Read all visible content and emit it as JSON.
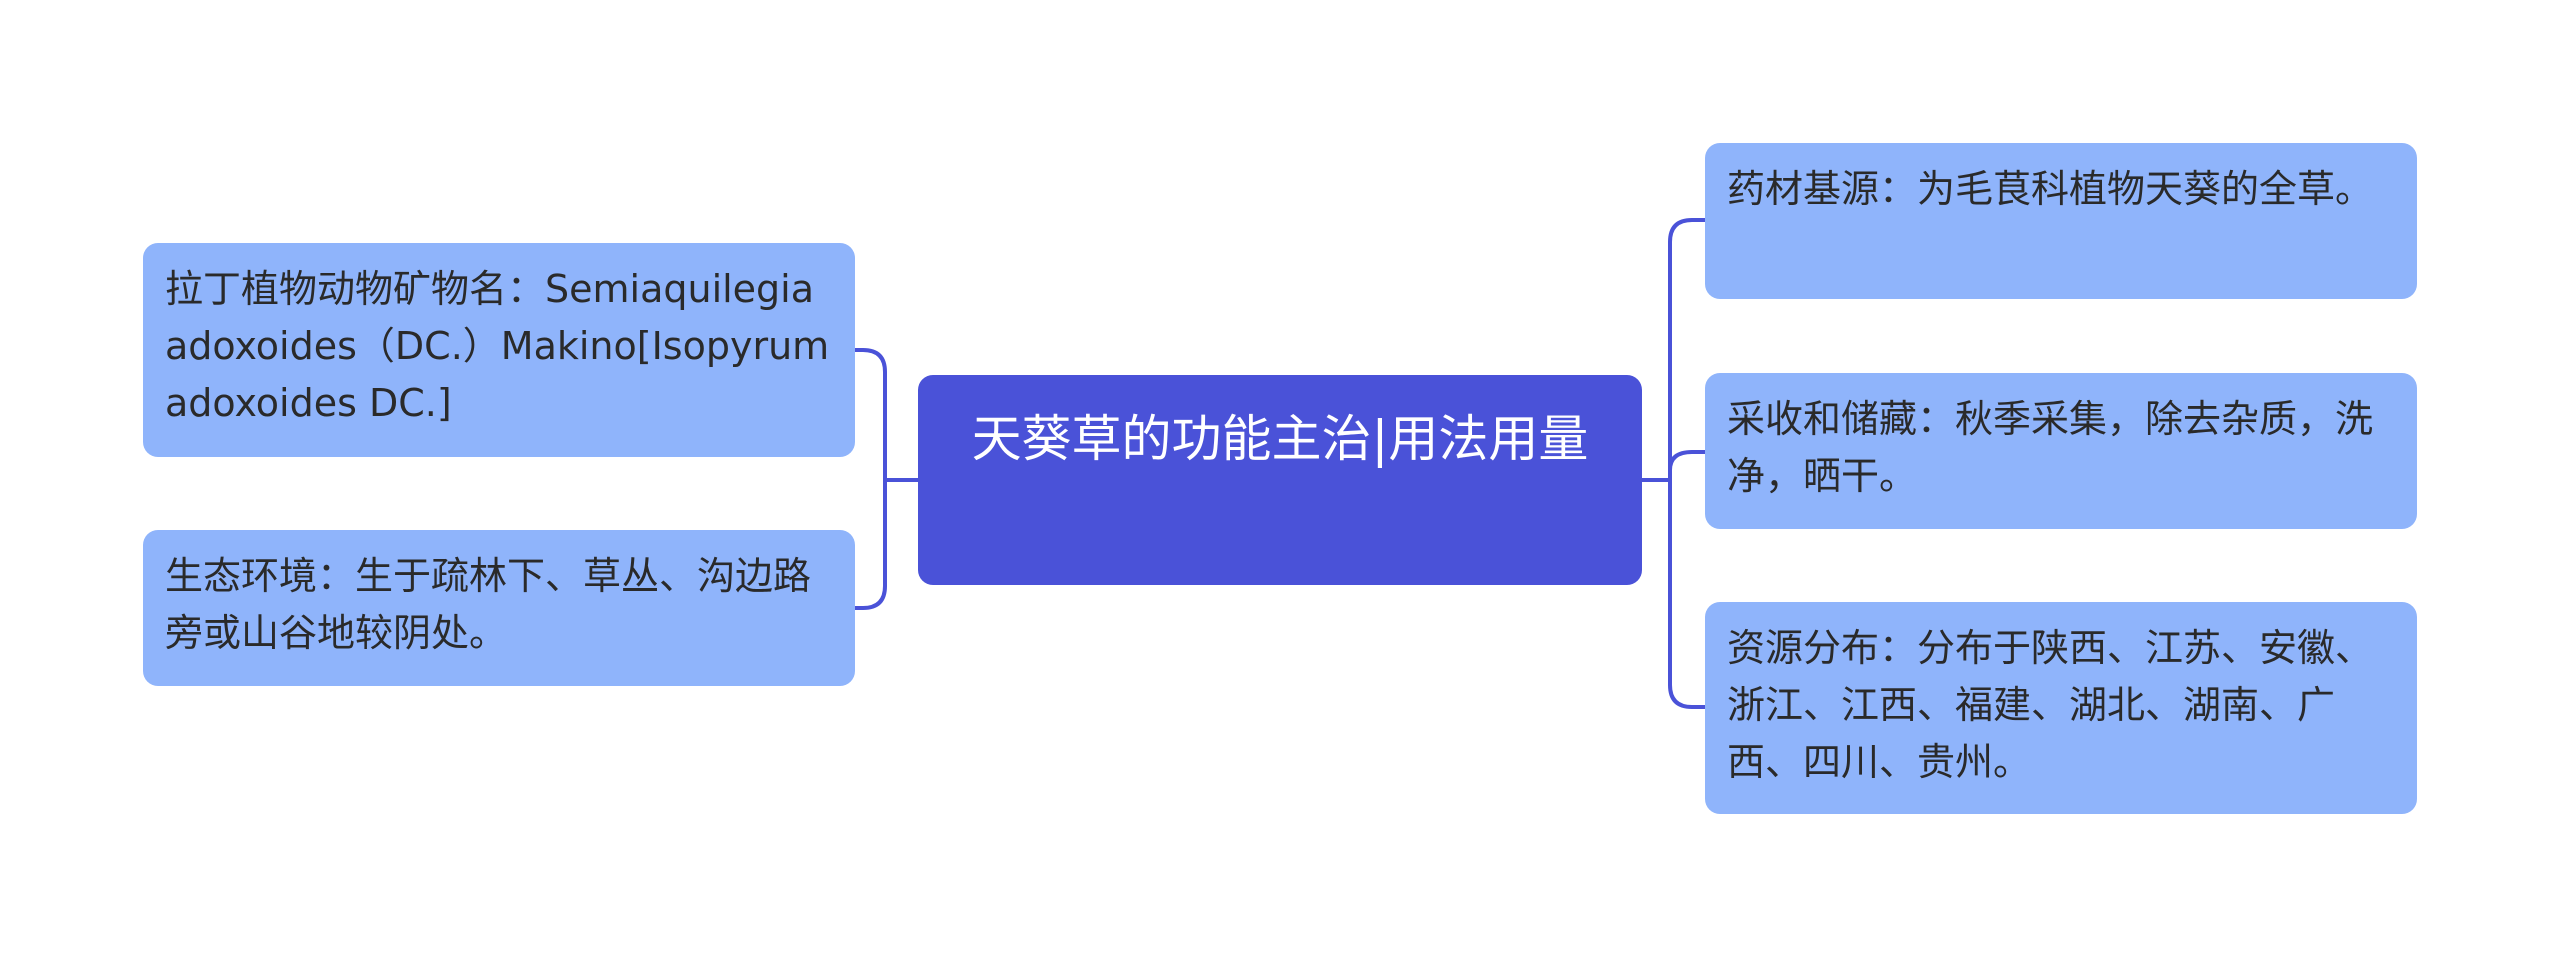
{
  "central_topic": "天葵草的功能主治|用法用量",
  "left_branches": [
    {
      "text": "拉丁植物动物矿物名：Semiaquilegia adoxoides（DC.）Makino[Isopyrum adoxoides DC.]"
    },
    {
      "text": "生态环境：生于疏林下、草丛、沟边路旁或山谷地较阴处。"
    }
  ],
  "right_branches": [
    {
      "text": "药材基源：为毛茛科植物天葵的全草。"
    },
    {
      "text": "采收和储藏：秋季采集，除去杂质，洗净，晒干。"
    },
    {
      "text": "资源分布：分布于陕西、江苏、安徽、浙江、江西、福建、湖北、湖南、广西、四川、贵州。"
    }
  ],
  "colors": {
    "central_fill": "#4a52d8",
    "branch_fill": "#8fb4fb",
    "connector": "#4a52d8",
    "background": "#ffffff"
  }
}
